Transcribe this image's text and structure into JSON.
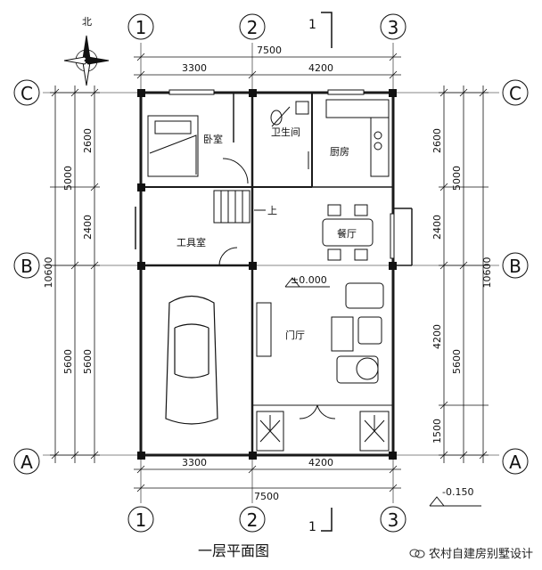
{
  "compass": {
    "label": "北"
  },
  "axes": {
    "columns": [
      "1",
      "2",
      "3"
    ],
    "rows": [
      "C",
      "B",
      "A"
    ]
  },
  "dimensions": {
    "top": {
      "segments": [
        "3300",
        "4200"
      ],
      "total": "7500"
    },
    "bottom": {
      "segments": [
        "3300",
        "4200"
      ],
      "total": "7500"
    },
    "left": {
      "inner": [
        "2600",
        "2400",
        "5600"
      ],
      "middle": [
        "5000",
        "5600"
      ],
      "total": "10600"
    },
    "right": {
      "inner": [
        "2600",
        "2400",
        "4200",
        "1500"
      ],
      "middle": [
        "5000",
        "5600"
      ],
      "total": "10600"
    }
  },
  "section_mark": "1",
  "levels": {
    "floor": "±0.000",
    "outside": "-0.150"
  },
  "rooms": {
    "bedroom": "卧室",
    "bathroom": "卫生间",
    "kitchen": "厨房",
    "stair_up": "上",
    "dining": "餐厅",
    "utility": "工具室",
    "foyer": "门厅"
  },
  "title": "一层平面图",
  "watermark": "农村自建房别墅设计",
  "colors": {
    "line": "#111111",
    "wall": "#1a1a1a",
    "background": "#ffffff"
  }
}
